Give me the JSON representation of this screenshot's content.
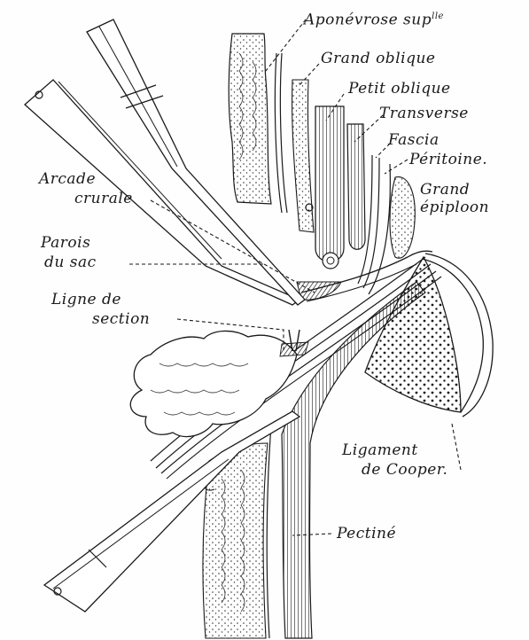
{
  "labels": {
    "aponevrose": "Aponévrose sup",
    "aponevrose_sup": "lle",
    "grand_oblique": "Grand oblique",
    "petit_oblique": "Petit oblique",
    "transverse": "Transverse",
    "fascia": "Fascia",
    "peritoine": "Péritoine.",
    "grand_epiploon_1": "Grand",
    "grand_epiploon_2": "épiploon",
    "arcade_1": "Arcade",
    "arcade_2": "crurale",
    "parois_1": "Parois",
    "parois_2": "du sac",
    "ligne_1": "Ligne de",
    "ligne_2": "section",
    "ligament_1": "Ligament",
    "ligament_2": "de Cooper.",
    "pectine": "Pectiné"
  },
  "colors": {
    "ink": "#1a1a1a",
    "paper": "#fefefe"
  }
}
